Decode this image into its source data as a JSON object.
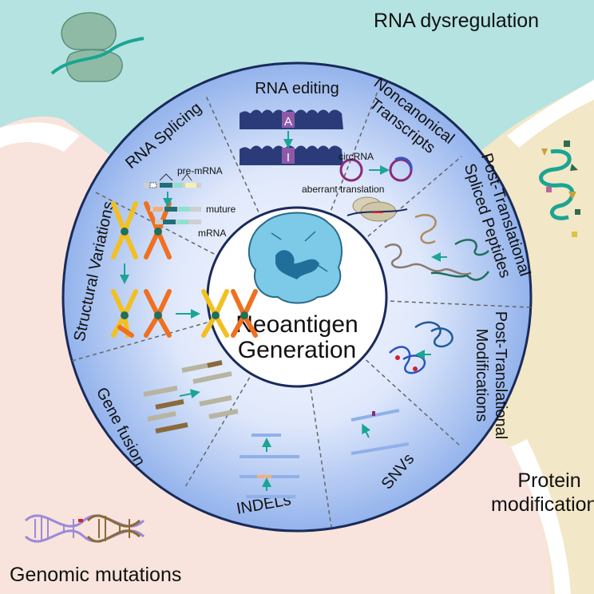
{
  "corners": {
    "top_right": "RNA dysregulation",
    "bottom_right_line1": "Protein",
    "bottom_right_line2": "modifications",
    "bottom_left": "Genomic mutations"
  },
  "center": {
    "line1": "Neoantigen",
    "line2": "Generation"
  },
  "segments": {
    "rna_editing": "RNA editing",
    "noncanonical_line1": "Noncanonical",
    "noncanonical_line2": "Transcripts",
    "pts_line1": "Post-Translational",
    "pts_line2": "Spliced Peptides",
    "ptm_line1": "Post-Translational",
    "ptm_line2": "Modifications",
    "snvs": "SNVs",
    "indels": "INDELs",
    "gene_fusion": "Gene fusion",
    "structural_variations": "Structural Variations",
    "rna_splicing": "RNA Splicing"
  },
  "labels": {
    "editing_a": "A",
    "editing_i": "I",
    "circrna": "circRNA",
    "aberrant_translation": "aberrant translation",
    "pre_mrna": "pre-mRNA",
    "muture": "muture",
    "mrna": "mRNA"
  },
  "colors": {
    "rna_bg": "#b4e3e2",
    "protein_bg": "#f2e7c6",
    "genomic_bg": "#f8e4dc",
    "ring_edge": "#8fb0ea",
    "ring_center": "#f4f7fe",
    "outline": "#1a2a5a",
    "arrow": "#1aa594",
    "neoantigen": "#7cc9e8"
  }
}
